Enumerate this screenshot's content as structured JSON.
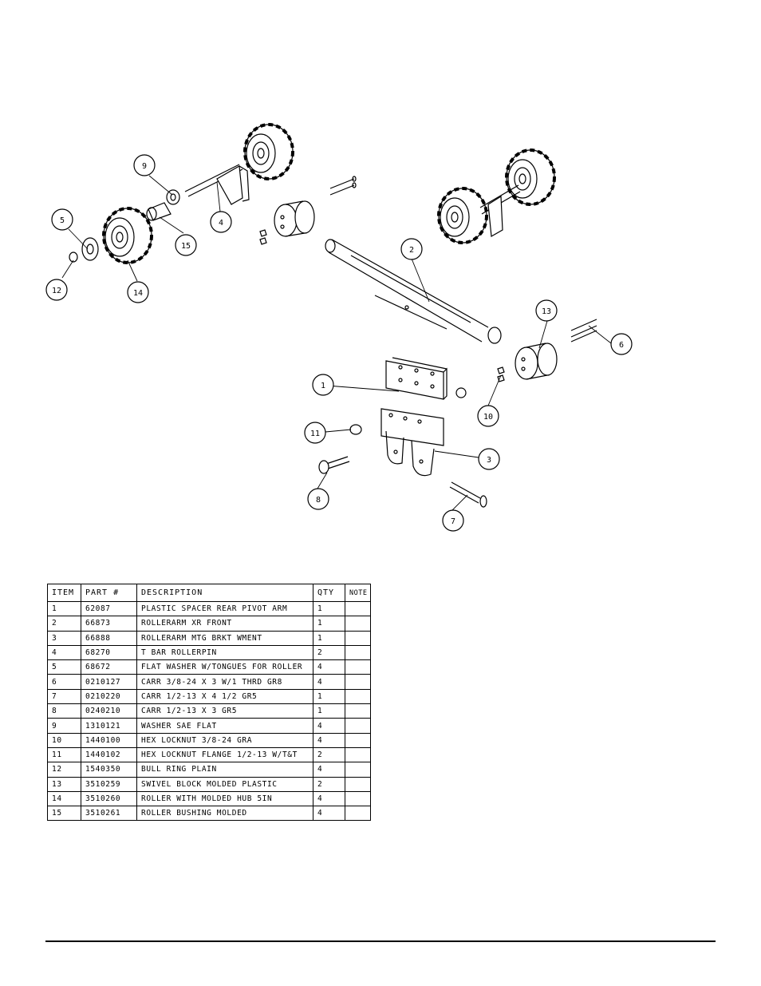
{
  "callouts": [
    "1",
    "2",
    "3",
    "4",
    "5",
    "6",
    "7",
    "8",
    "9",
    "10",
    "11",
    "12",
    "13",
    "14",
    "15"
  ],
  "table": {
    "headers": [
      "ITEM",
      "PART #",
      "DESCRIPTION",
      "QTY",
      "NOTE"
    ],
    "rows": [
      {
        "item": "1",
        "part": "62087",
        "desc": "PLASTIC SPACER REAR PIVOT ARM",
        "qty": "1",
        "note": ""
      },
      {
        "item": "2",
        "part": "66873",
        "desc": "ROLLERARM XR FRONT",
        "qty": "1",
        "note": ""
      },
      {
        "item": "3",
        "part": "66888",
        "desc": "ROLLERARM MTG BRKT WMENT",
        "qty": "1",
        "note": ""
      },
      {
        "item": "4",
        "part": "68270",
        "desc": "T BAR ROLLERPIN",
        "qty": "2",
        "note": ""
      },
      {
        "item": "5",
        "part": "68672",
        "desc": "FLAT WASHER W/TONGUES FOR ROLLER",
        "qty": "4",
        "note": ""
      },
      {
        "item": "6",
        "part": "0210127",
        "desc": "CARR 3/8-24 X 3 W/1 THRD GR8",
        "qty": "4",
        "note": ""
      },
      {
        "item": "7",
        "part": "0210220",
        "desc": "CARR 1/2-13 X 4 1/2 GR5",
        "qty": "1",
        "note": ""
      },
      {
        "item": "8",
        "part": "0240210",
        "desc": "CARR 1/2-13 X 3 GR5",
        "qty": "1",
        "note": ""
      },
      {
        "item": "9",
        "part": "1310121",
        "desc": "WASHER SAE FLAT",
        "qty": "4",
        "note": ""
      },
      {
        "item": "10",
        "part": "1440100",
        "desc": "HEX LOCKNUT 3/8-24 GRA",
        "qty": "4",
        "note": ""
      },
      {
        "item": "11",
        "part": "1440102",
        "desc": "HEX LOCKNUT FLANGE 1/2-13 W/T&T",
        "qty": "2",
        "note": ""
      },
      {
        "item": "12",
        "part": "1540350",
        "desc": "BULL RING PLAIN",
        "qty": "4",
        "note": ""
      },
      {
        "item": "13",
        "part": "3510259",
        "desc": "SWIVEL BLOCK MOLDED PLASTIC",
        "qty": "2",
        "note": ""
      },
      {
        "item": "14",
        "part": "3510260",
        "desc": "ROLLER WITH MOLDED HUB  5IN",
        "qty": "4",
        "note": ""
      },
      {
        "item": "15",
        "part": "3510261",
        "desc": "ROLLER BUSHING MOLDED",
        "qty": "4",
        "note": ""
      }
    ]
  }
}
